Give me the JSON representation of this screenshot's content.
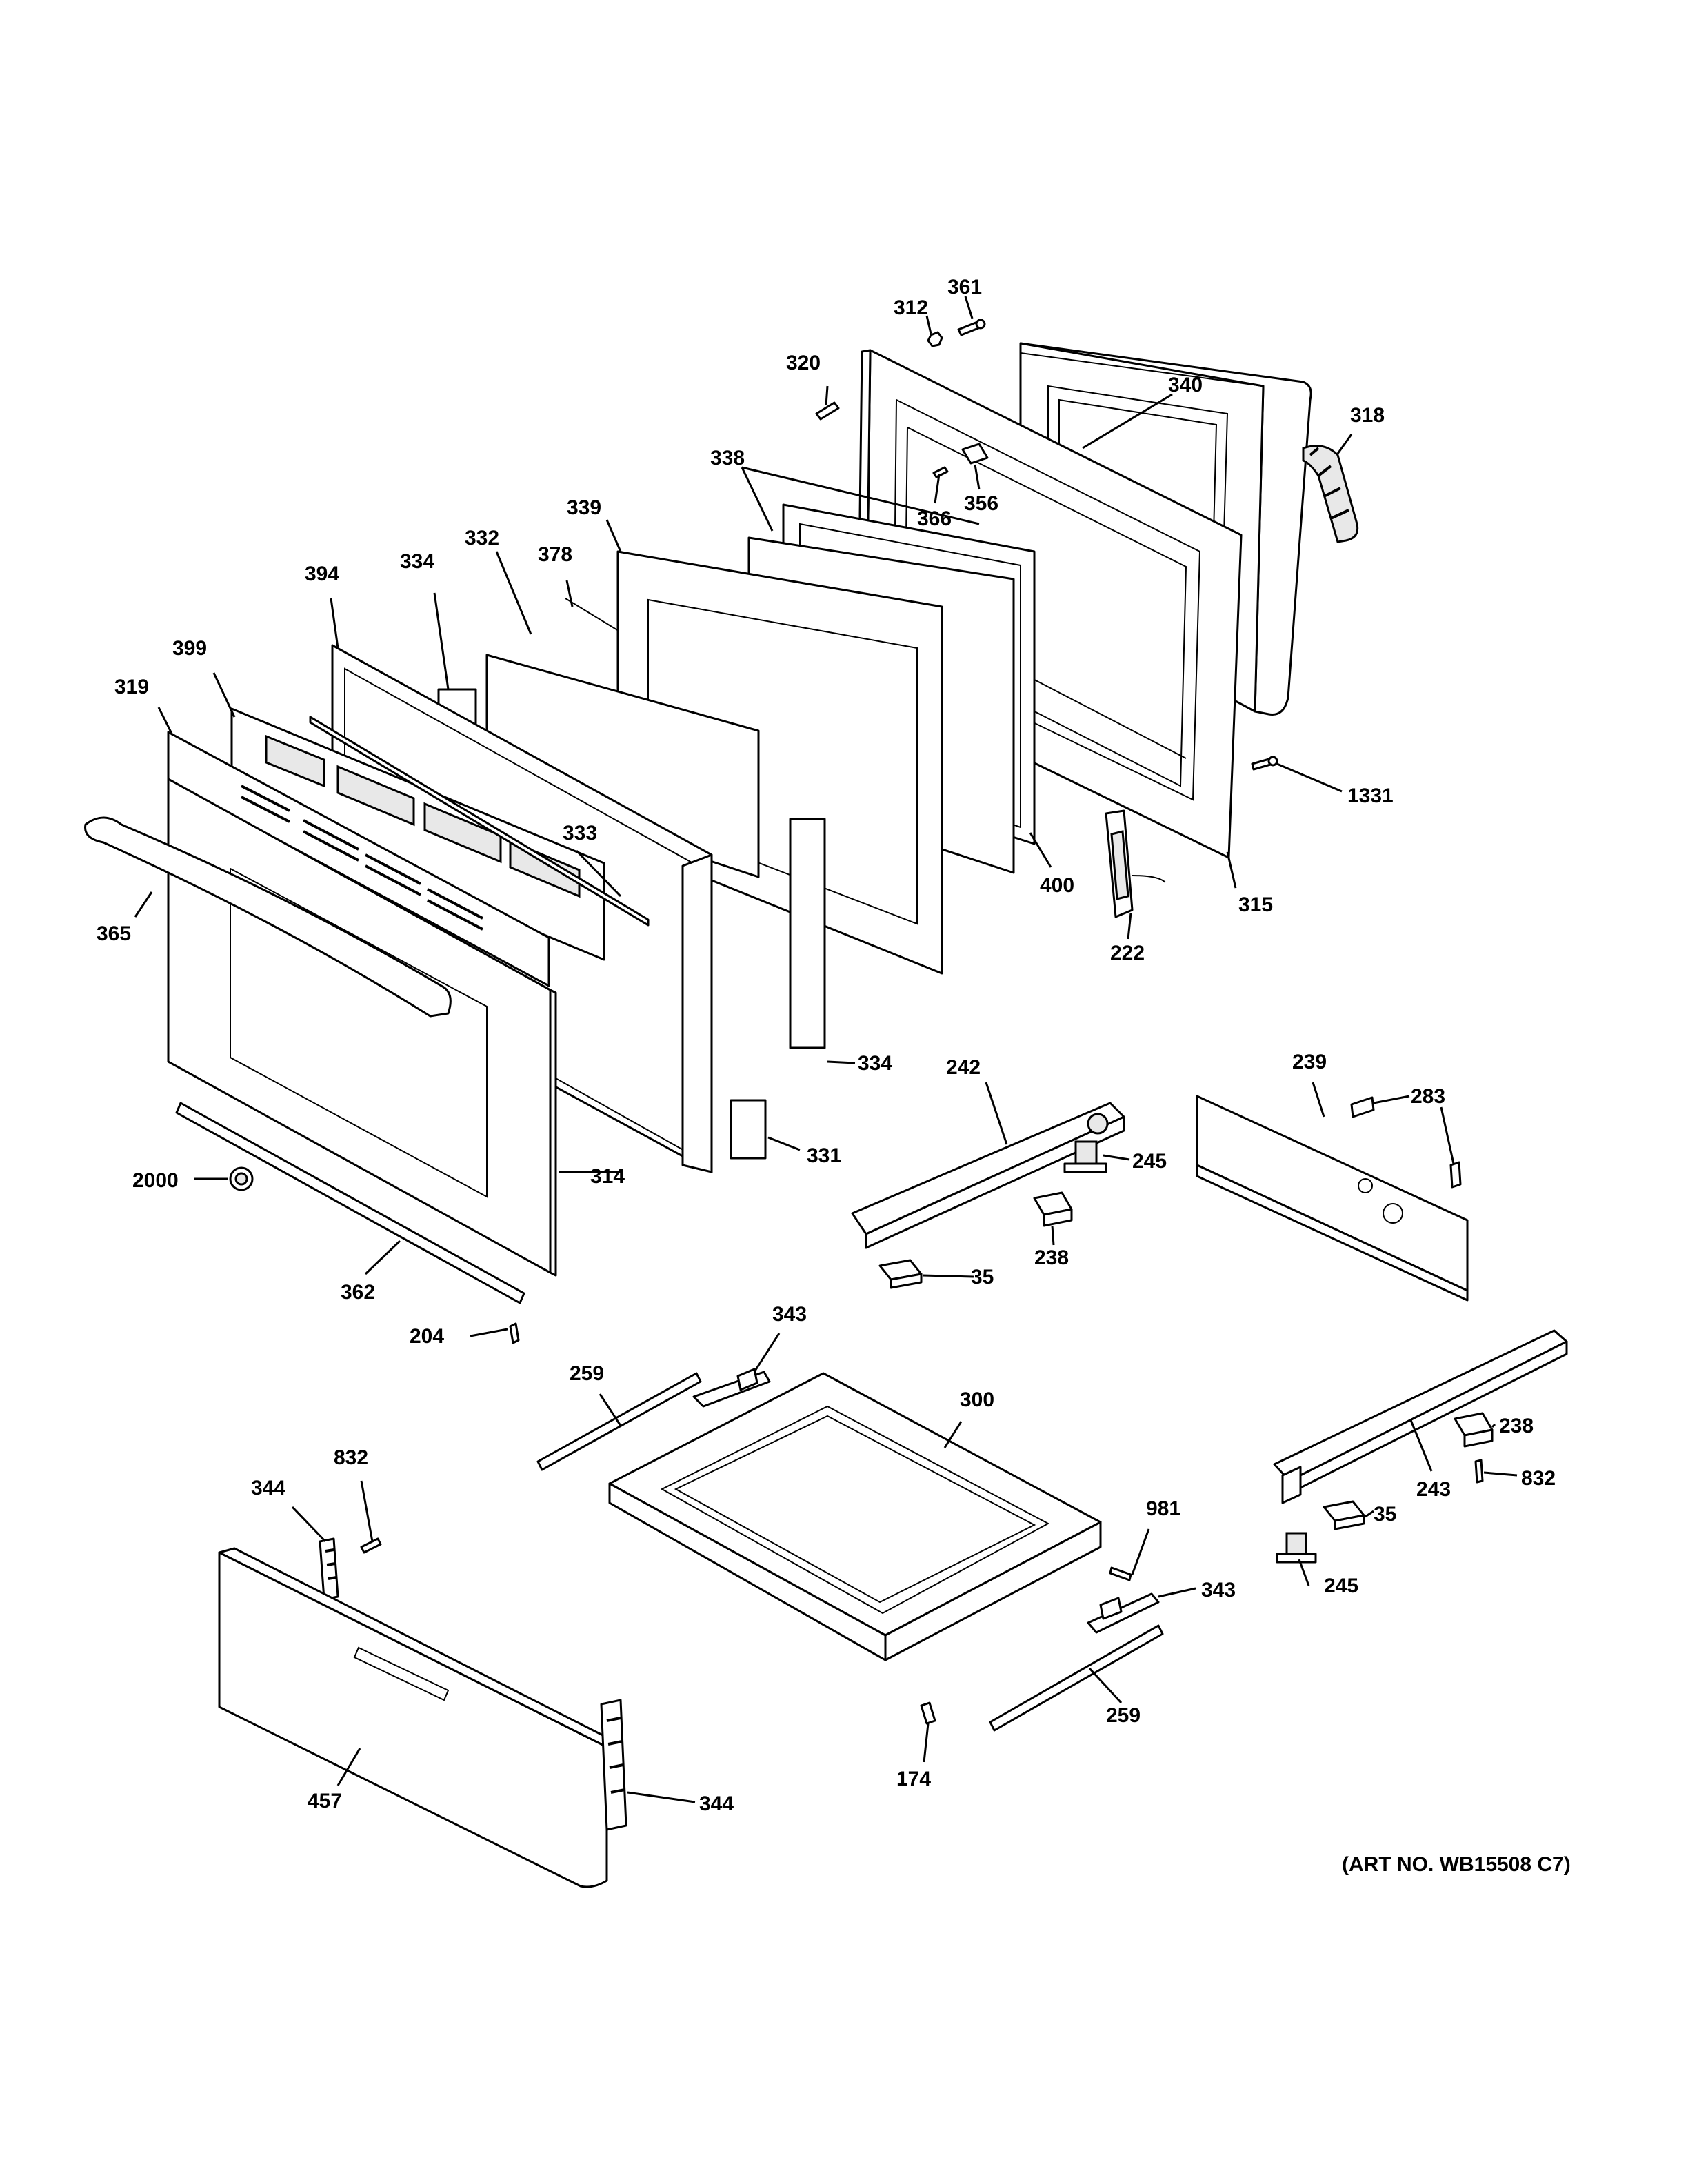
{
  "callouts": {
    "c312": "312",
    "c361": "361",
    "c320": "320",
    "c340": "340",
    "c318": "318",
    "c338": "338",
    "c366": "366",
    "c356": "356",
    "c339": "339",
    "c332": "332",
    "c378": "378",
    "c334a": "334",
    "c394": "394",
    "c399": "399",
    "c319": "319",
    "c333": "333",
    "c400": "400",
    "c315": "315",
    "c1331": "1331",
    "c222": "222",
    "c365": "365",
    "c334b": "334",
    "c331": "331",
    "c314": "314",
    "c2000": "2000",
    "c362": "362",
    "c204": "204",
    "c242": "242",
    "c245a": "245",
    "c238a": "238",
    "c35a": "35",
    "c239": "239",
    "c283": "283",
    "c343a": "343",
    "c259a": "259",
    "c300": "300",
    "c238b": "238",
    "c832b": "832",
    "c243": "243",
    "c35b": "35",
    "c245b": "245",
    "c981": "981",
    "c343b": "343",
    "c832a": "832",
    "c344a": "344",
    "c259b": "259",
    "c174": "174",
    "c457": "457",
    "c344b": "344"
  },
  "art_number": "(ART NO. WB15508 C7)"
}
